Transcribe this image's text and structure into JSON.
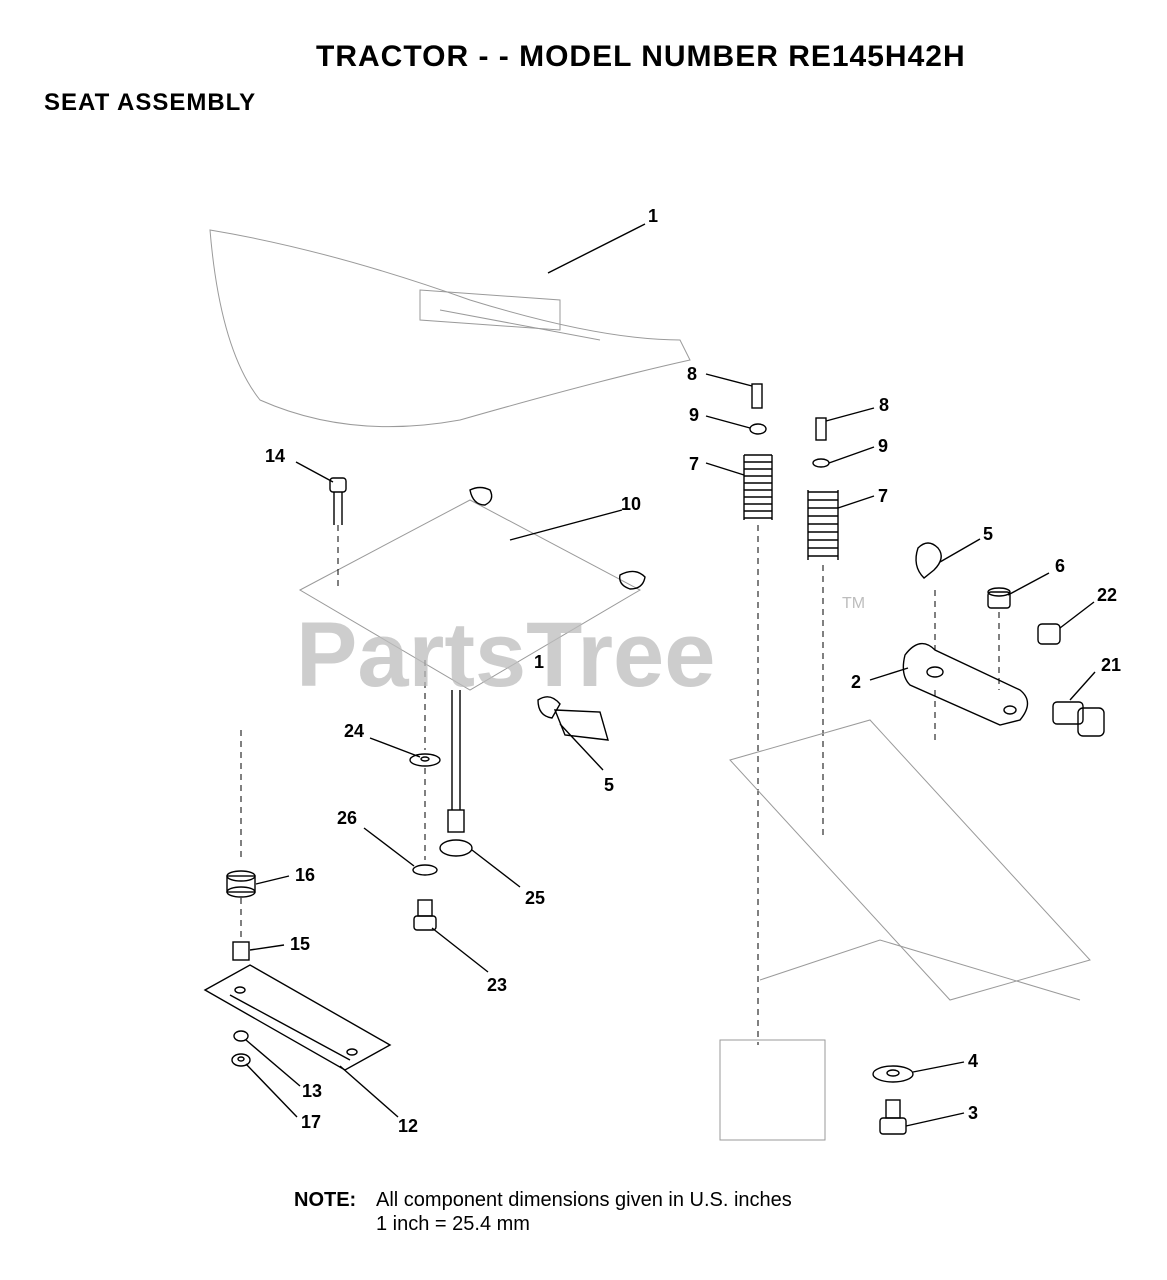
{
  "title": "TRACTOR - - MODEL NUMBER RE145H42H",
  "subtitle": "SEAT ASSEMBLY",
  "watermark": "PartsTree",
  "watermark_tm": "TM",
  "callouts": {
    "c1": "1",
    "c1b": "1",
    "c2": "2",
    "c3": "3",
    "c4": "4",
    "c5a": "5",
    "c5b": "5",
    "c6": "6",
    "c7a": "7",
    "c7b": "7",
    "c8a": "8",
    "c8b": "8",
    "c9a": "9",
    "c9b": "9",
    "c10": "10",
    "c12": "12",
    "c13": "13",
    "c14": "14",
    "c15": "15",
    "c16": "16",
    "c17": "17",
    "c21": "21",
    "c22": "22",
    "c23": "23",
    "c24": "24",
    "c25": "25",
    "c26": "26"
  },
  "note": {
    "label": "NOTE:",
    "line1": "All component dimensions given in U.S. inches",
    "line2": "1 inch = 25.4 mm"
  }
}
